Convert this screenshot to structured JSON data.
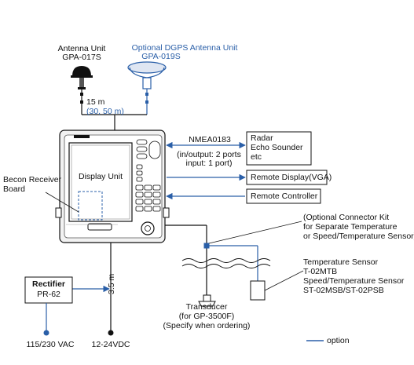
{
  "antenna_unit": {
    "title": "Antenna Unit",
    "model": "GPA-017S"
  },
  "dgps_antenna": {
    "title": "Optional DGPS Antenna Unit",
    "model": "GPA-019S"
  },
  "cable_antenna": {
    "length": "15 m",
    "options": "(30, 50 m)"
  },
  "nmea": {
    "title": "NMEA0183",
    "line1": "(in/output: 2 ports",
    "line2": "input: 1 port)"
  },
  "radar_box": {
    "line1": "Radar",
    "line2": "Echo Sounder",
    "line3": "etc"
  },
  "remote_display": "Remote Display(VGA)",
  "remote_controller": "Remote Controller",
  "display_unit": "Display Unit",
  "beacon_board": {
    "line1": "Becon Receiver",
    "line2": "Board"
  },
  "connector_kit": {
    "line1": "(Optional Connector Kit",
    "line2": "for Separate Temperature",
    "line3": "or Speed/Temperature Sensor)"
  },
  "temp_sensor": {
    "line1": "Temperature Sensor",
    "line2": "T-02MTB",
    "line3": "Speed/Temperature Sensor",
    "line4": "ST-02MSB/ST-02PSB"
  },
  "rectifier": {
    "title": "Rectifier",
    "model": "PR-62"
  },
  "cable_power": "3.5 m",
  "transducer": {
    "line1": "Transducer",
    "line2": "(for GP-3500F)",
    "line3": "(Specify when ordering)"
  },
  "ac_power": "115/230 VAC",
  "dc_power": "12-24VDC",
  "legend": {
    "option_label": "option"
  },
  "colors": {
    "line": "#111111",
    "option": "#2a5fa8",
    "unit_fill": "#f2f2f2"
  }
}
